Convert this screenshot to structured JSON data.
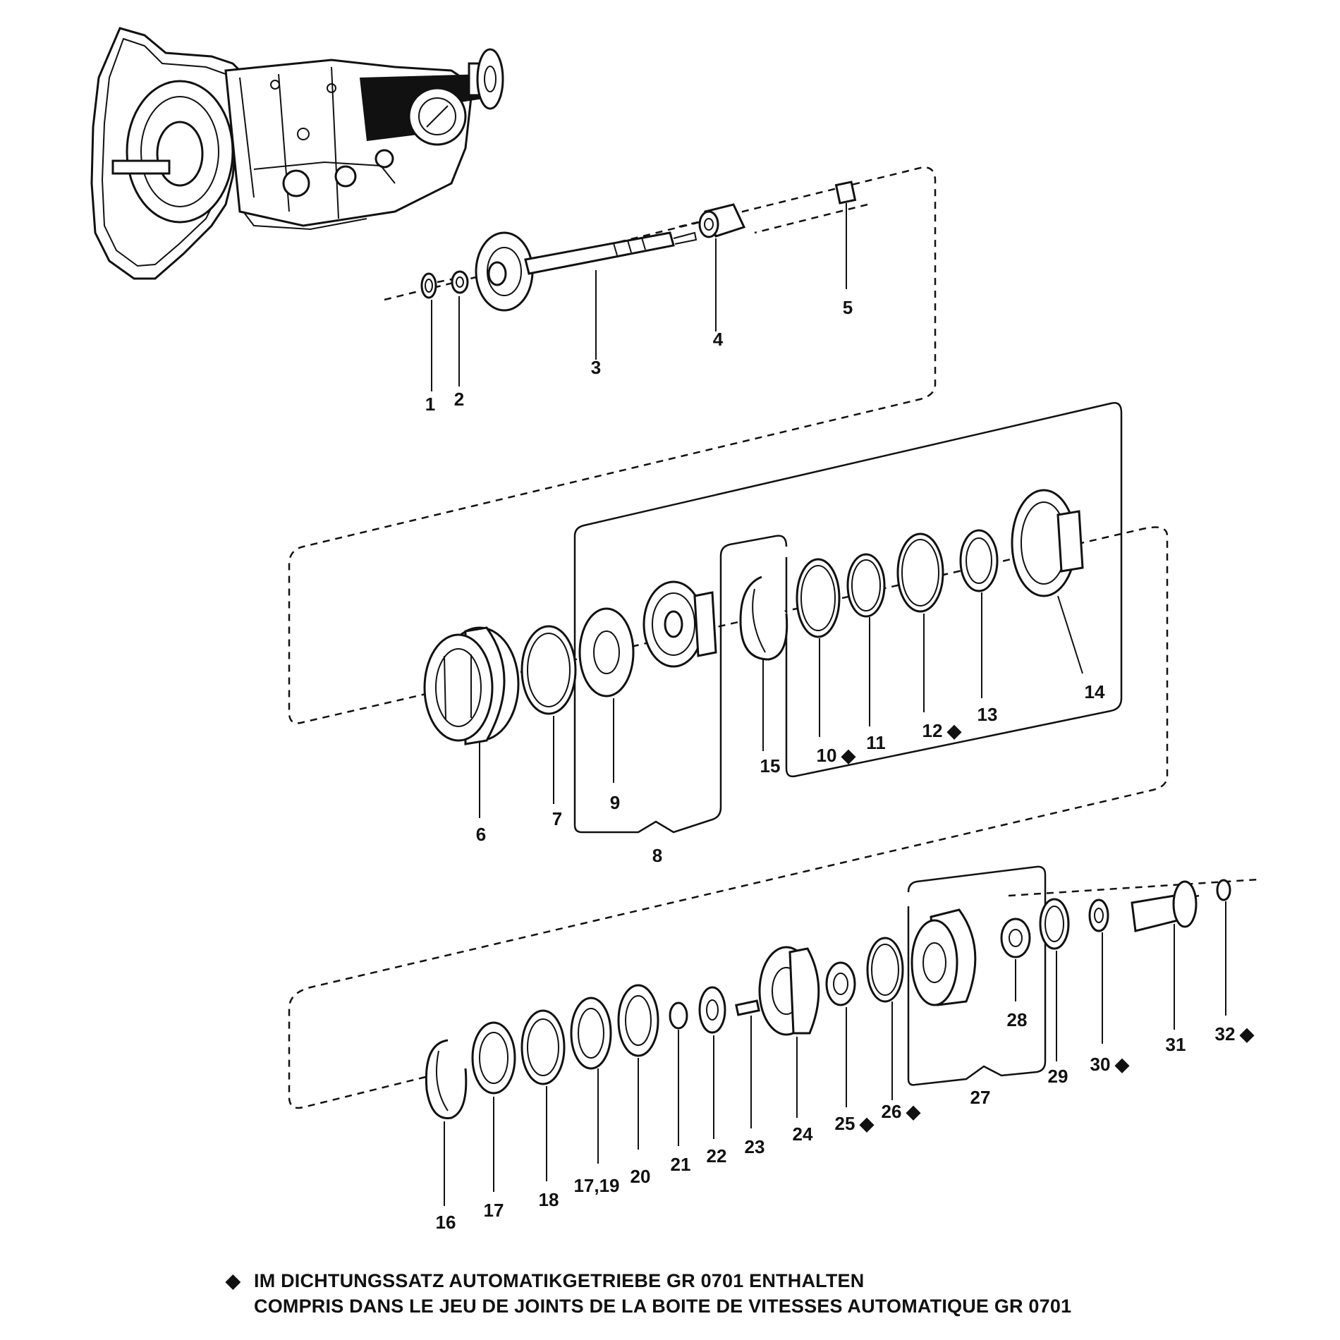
{
  "diagram": {
    "labels": [
      {
        "id": "p1",
        "text": "1"
      },
      {
        "id": "p2",
        "text": "2"
      },
      {
        "id": "p3",
        "text": "3"
      },
      {
        "id": "p4",
        "text": "4"
      },
      {
        "id": "p5",
        "text": "5"
      },
      {
        "id": "p6",
        "text": "6"
      },
      {
        "id": "p7",
        "text": "7"
      },
      {
        "id": "p8",
        "text": "8"
      },
      {
        "id": "p9",
        "text": "9"
      },
      {
        "id": "p10",
        "text": "10",
        "sealing_kit": true
      },
      {
        "id": "p11",
        "text": "11"
      },
      {
        "id": "p12",
        "text": "12",
        "sealing_kit": true
      },
      {
        "id": "p13",
        "text": "13"
      },
      {
        "id": "p14",
        "text": "14"
      },
      {
        "id": "p15",
        "text": "15"
      },
      {
        "id": "p16",
        "text": "16"
      },
      {
        "id": "p17",
        "text": "17"
      },
      {
        "id": "p18",
        "text": "18"
      },
      {
        "id": "p1719",
        "text": "17,19"
      },
      {
        "id": "p20",
        "text": "20"
      },
      {
        "id": "p21",
        "text": "21"
      },
      {
        "id": "p22",
        "text": "22"
      },
      {
        "id": "p23",
        "text": "23"
      },
      {
        "id": "p24",
        "text": "24"
      },
      {
        "id": "p25",
        "text": "25",
        "sealing_kit": true
      },
      {
        "id": "p26",
        "text": "26",
        "sealing_kit": true
      },
      {
        "id": "p27",
        "text": "27"
      },
      {
        "id": "p28",
        "text": "28"
      },
      {
        "id": "p29",
        "text": "29"
      },
      {
        "id": "p30",
        "text": "30",
        "sealing_kit": true
      },
      {
        "id": "p31",
        "text": "31"
      },
      {
        "id": "p32",
        "text": "32",
        "sealing_kit": true
      }
    ]
  },
  "legend": {
    "marker": "◆",
    "line_de": "IM DICHTUNGSSATZ AUTOMATIKGETRIEBE GR 0701 ENTHALTEN",
    "line_fr": "COMPRIS DANS LE JEU DE JOINTS DE LA BOITE DE VITESSES AUTOMATIQUE GR 0701"
  }
}
